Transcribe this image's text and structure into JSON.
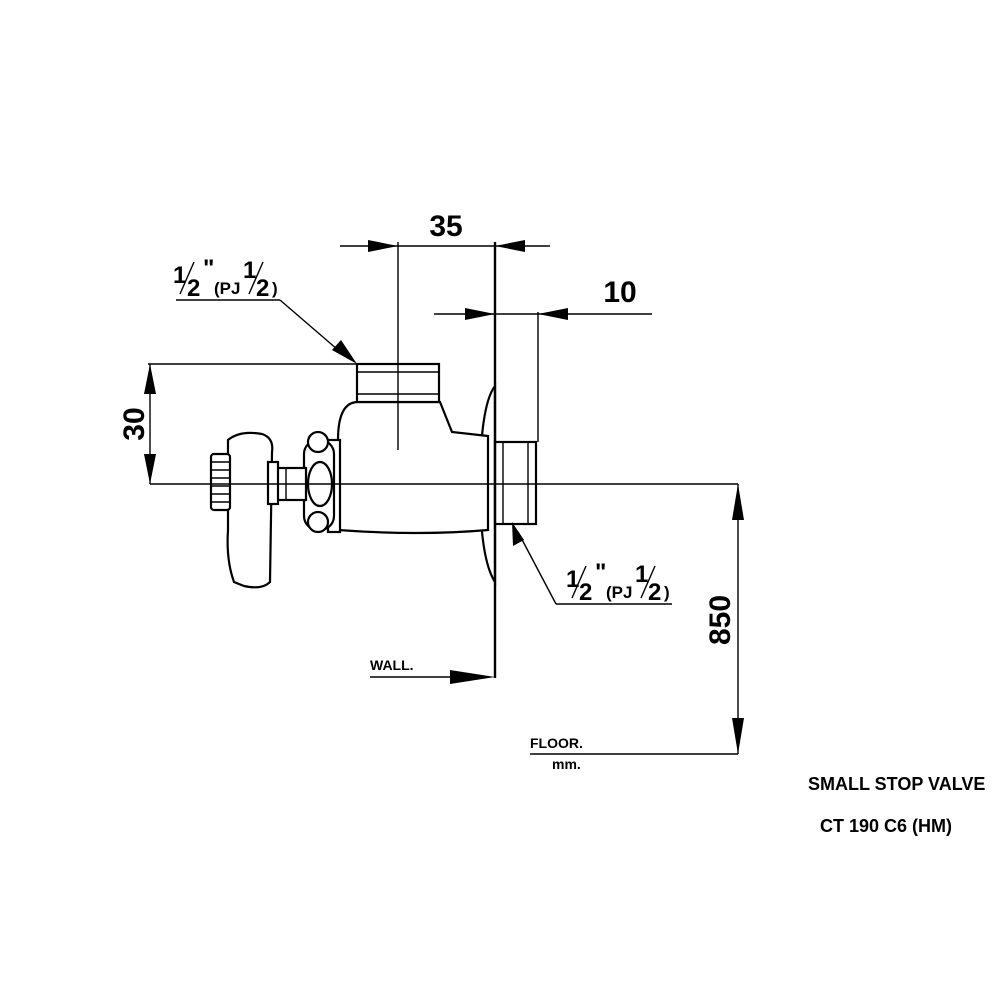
{
  "dimensions": {
    "body_width": "35",
    "flange_depth": "10",
    "outlet_height": "30",
    "floor_height": "850"
  },
  "thread_top": {
    "whole": "1",
    "denom": "2",
    "inch_mark": "\"",
    "paren_open": "(PJ",
    "pj_num": "1",
    "pj_denom": "2",
    "paren_close": ")"
  },
  "thread_side": {
    "whole": "1",
    "denom": "2",
    "inch_mark": "\"",
    "paren_open": "(PJ",
    "pj_num": "1",
    "pj_denom": "2",
    "paren_close": ")"
  },
  "labels": {
    "wall": "WALL.",
    "floor": "FLOOR.",
    "unit": "mm."
  },
  "title": {
    "line1": "SMALL STOP VALVE",
    "line2": "CT 190 C6 (HM)"
  },
  "colors": {
    "ink": "#000000",
    "paper": "#ffffff"
  }
}
